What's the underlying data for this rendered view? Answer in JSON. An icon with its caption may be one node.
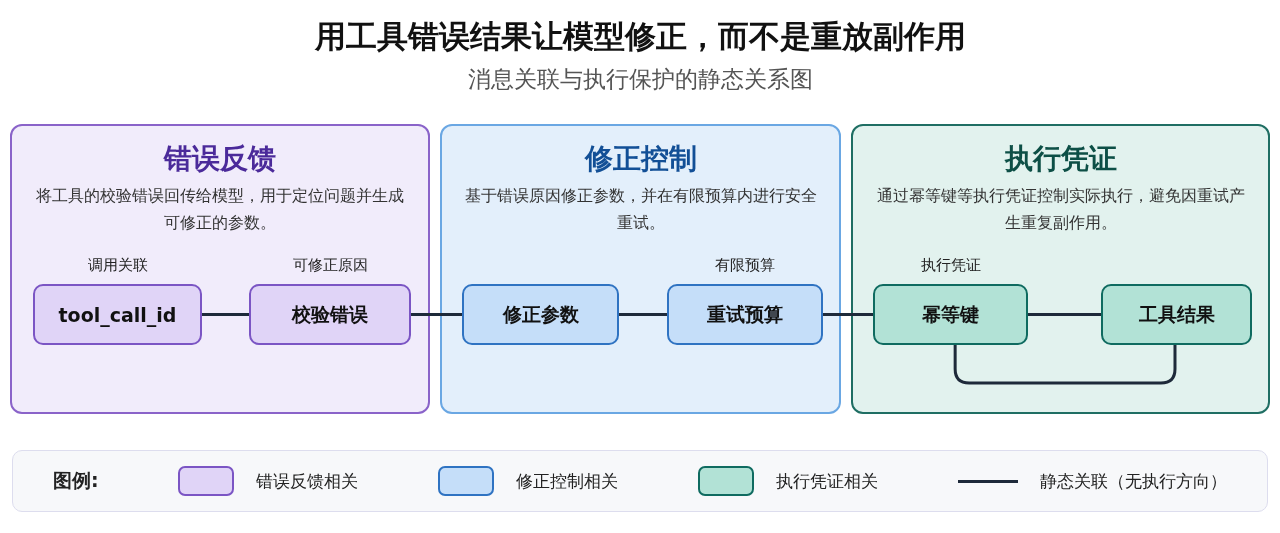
{
  "diagram": {
    "title": "用工具错误结果让模型修正，而不是重放副作用",
    "caption": "消息关联与执行保护的静态关系图",
    "nodes": [
      {
        "text": [
          "错误反馈",
          "将工具的校验错误回传给模型，用于定位问题并生成可修正的参数。"
        ]
      },
      {
        "text": [
          "tool_call_id"
        ],
        "in": 0,
        "beside": [
          "调用关联"
        ]
      },
      {
        "text": [
          "校验错误"
        ],
        "in": 0,
        "beside": [
          "可修正原因"
        ]
      },
      {
        "text": [
          "修正控制",
          "基于错误原因修正参数，并在有限预算内进行安全重试。"
        ]
      },
      {
        "text": [
          "修正参数"
        ],
        "in": 3
      },
      {
        "text": [
          "重试预算"
        ],
        "in": 3,
        "beside": [
          "有限预算"
        ]
      },
      {
        "text": [
          "执行凭证",
          "通过幂等键等执行凭证控制实际执行，避免因重试产生重复副作用。"
        ]
      },
      {
        "text": [
          "幂等键"
        ],
        "in": 6,
        "beside": [
          "执行凭证"
        ]
      },
      {
        "text": [
          "工具结果"
        ],
        "in": 6
      }
    ],
    "edges": [
      {
        "from": 1,
        "to": 2,
        "arrow": "none"
      },
      {
        "from": 2,
        "to": 4,
        "arrow": "none"
      },
      {
        "from": 4,
        "to": 5,
        "arrow": "none"
      },
      {
        "from": 5,
        "to": 7,
        "arrow": "none"
      },
      {
        "from": 7,
        "to": 8,
        "arrow": "none"
      },
      {
        "from": 7,
        "to": 8,
        "arrow": "none"
      }
    ],
    "labels": [
      "图例:"
    ],
    "legend": [
      {
        "text": "错误反馈相关",
        "color": "#e0d4f7"
      },
      {
        "text": "修正控制相关",
        "color": "#c5def9"
      },
      {
        "text": "执行凭证相关",
        "color": "#b2e2d6"
      },
      {
        "text": "静态关联（无执行方向）"
      }
    ]
  }
}
